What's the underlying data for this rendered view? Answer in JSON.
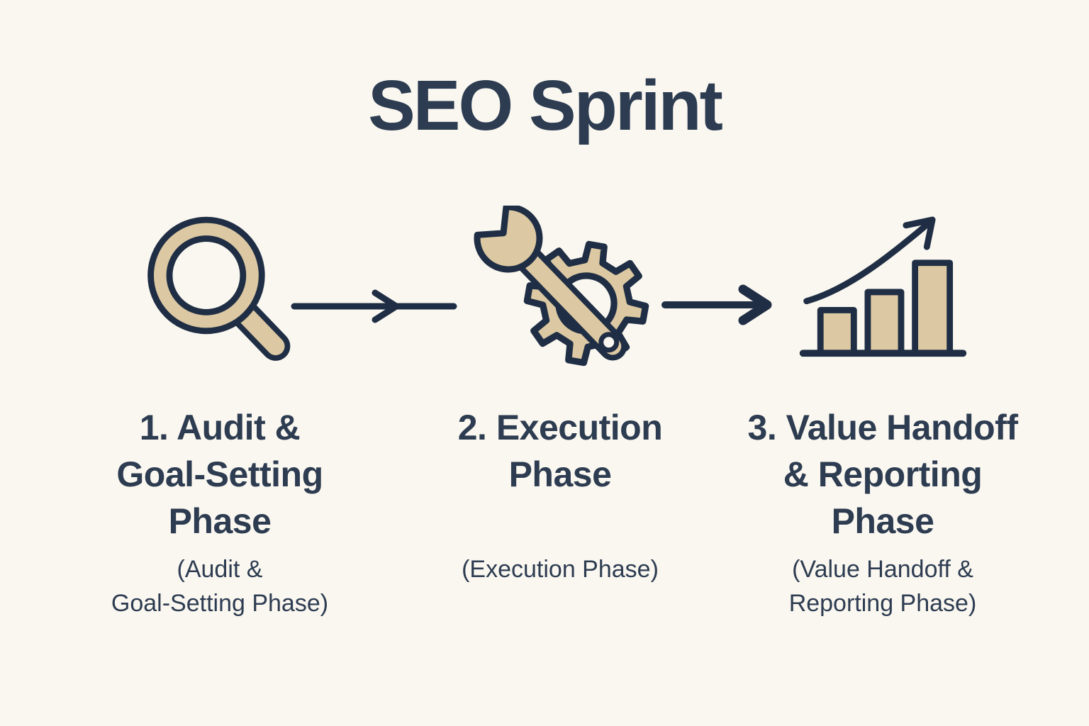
{
  "title": "SEO Sprint",
  "colors": {
    "background": "#faf7f0",
    "ink": "#2d3c51",
    "outline": "#1f2e44",
    "accent_tan": "#dcc8a2"
  },
  "phases": [
    {
      "icon": "magnifier-icon",
      "heading": "1. Audit &\nGoal-Setting\nPhase",
      "subtitle": "(Audit &\nGoal-Setting Phase)"
    },
    {
      "icon": "wrench-gear-icon",
      "heading": "2. Execution\nPhase",
      "subtitle": "(Execution Phase)"
    },
    {
      "icon": "bar-chart-growth-icon",
      "heading": "3. Value Handoff\n& Reporting\nPhase",
      "subtitle": "(Value Handoff &\nReporting Phase)"
    }
  ]
}
